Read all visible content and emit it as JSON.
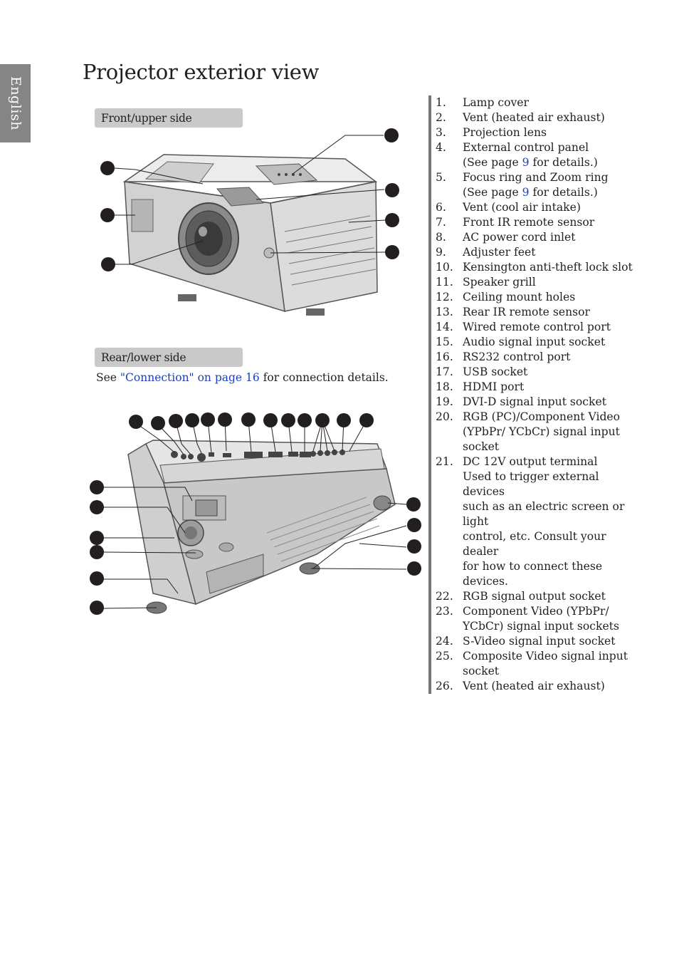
{
  "side_tab": "English",
  "title": "Projector exterior view",
  "sections": {
    "front": "Front/upper side",
    "rear": "Rear/lower side"
  },
  "connection_note": {
    "before": "See ",
    "link": "\"Connection\" on page 16",
    "after": " for connection details."
  },
  "items": [
    {
      "num": "1.",
      "lines": [
        "Lamp cover"
      ]
    },
    {
      "num": "2.",
      "lines": [
        "Vent (heated air exhaust)"
      ]
    },
    {
      "num": "3.",
      "lines": [
        "Projection lens"
      ]
    },
    {
      "num": "4.",
      "lines": [
        "External control panel"
      ],
      "see": {
        "pre": "(See page ",
        "page": "9",
        "post": " for details.)"
      }
    },
    {
      "num": "5.",
      "lines": [
        "Focus ring and Zoom ring"
      ],
      "see": {
        "pre": "(See page ",
        "page": "9",
        "post": " for details.)"
      }
    },
    {
      "num": "6.",
      "lines": [
        "Vent (cool air intake)"
      ]
    },
    {
      "num": "7.",
      "lines": [
        "Front IR remote sensor"
      ]
    },
    {
      "num": "8.",
      "lines": [
        "AC power cord inlet"
      ]
    },
    {
      "num": "9.",
      "lines": [
        "Adjuster feet"
      ]
    },
    {
      "num": "10.",
      "lines": [
        "Kensington anti-theft lock slot"
      ]
    },
    {
      "num": "11.",
      "lines": [
        "Speaker grill"
      ]
    },
    {
      "num": "12.",
      "lines": [
        "Ceiling mount holes"
      ]
    },
    {
      "num": "13.",
      "lines": [
        "Rear IR remote sensor"
      ]
    },
    {
      "num": "14.",
      "lines": [
        "Wired remote control port"
      ]
    },
    {
      "num": "15.",
      "lines": [
        "Audio signal input socket"
      ]
    },
    {
      "num": "16.",
      "lines": [
        "RS232 control port"
      ]
    },
    {
      "num": "17.",
      "lines": [
        "USB socket"
      ]
    },
    {
      "num": "18.",
      "lines": [
        "HDMI port"
      ]
    },
    {
      "num": "19.",
      "lines": [
        "DVI-D signal input socket"
      ]
    },
    {
      "num": "20.",
      "lines": [
        "RGB (PC)/Component Video",
        "(YPbPr/ YCbCr) signal input",
        "socket"
      ]
    },
    {
      "num": "21.",
      "lines": [
        "DC 12V output terminal",
        "Used to trigger external devices",
        "such as an electric screen or light",
        "control, etc. Consult your dealer",
        "for how to connect these devices."
      ]
    },
    {
      "num": "22.",
      "lines": [
        "RGB signal output socket"
      ]
    },
    {
      "num": "23.",
      "lines": [
        "Component Video (YPbPr/",
        "YCbCr) signal input sockets"
      ]
    },
    {
      "num": "24.",
      "lines": [
        "S-Video signal input socket"
      ]
    },
    {
      "num": "25.",
      "lines": [
        "Composite Video signal input",
        "socket"
      ]
    },
    {
      "num": "26.",
      "lines": [
        "Vent (heated air exhaust)"
      ]
    }
  ],
  "colors": {
    "link": "#1a3fbd",
    "tab": "#858585",
    "bar": "#c9c9c9"
  }
}
